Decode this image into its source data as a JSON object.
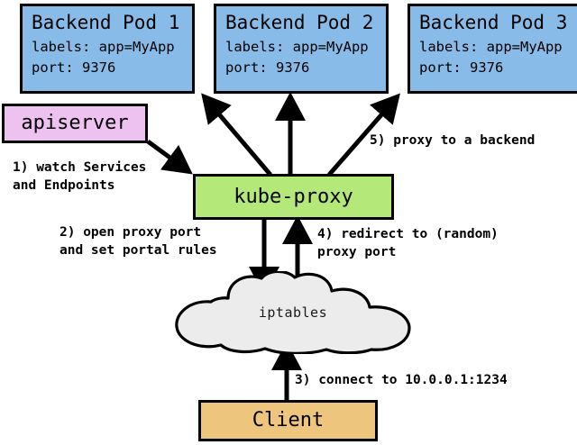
{
  "diagram": {
    "title": "kube-proxy service proxying flow",
    "colors": {
      "pod": "#88bbe8",
      "apiserver": "#eec2f0",
      "kube_proxy": "#b4e878",
      "client": "#eec57c",
      "cloud": "#ececec",
      "stroke": "#000000",
      "background": "#ffffff"
    }
  },
  "pods": [
    {
      "title": "Backend Pod 1",
      "labels_line": "labels: app=MyApp",
      "port_line": "port: 9376"
    },
    {
      "title": "Backend Pod 2",
      "labels_line": "labels: app=MyApp",
      "port_line": "port: 9376"
    },
    {
      "title": "Backend Pod 3",
      "labels_line": "labels: app=MyApp",
      "port_line": "port: 9376"
    }
  ],
  "nodes": {
    "apiserver": "apiserver",
    "kube_proxy": "kube-proxy",
    "iptables": "iptables",
    "client": "Client"
  },
  "steps": {
    "step1": "1) watch Services\nand Endpoints",
    "step2": "2) open proxy port\nand set portal rules",
    "step3": "3) connect to 10.0.0.1:1234",
    "step4": "4) redirect to (random)\nproxy port",
    "step5": "5) proxy to a backend"
  }
}
